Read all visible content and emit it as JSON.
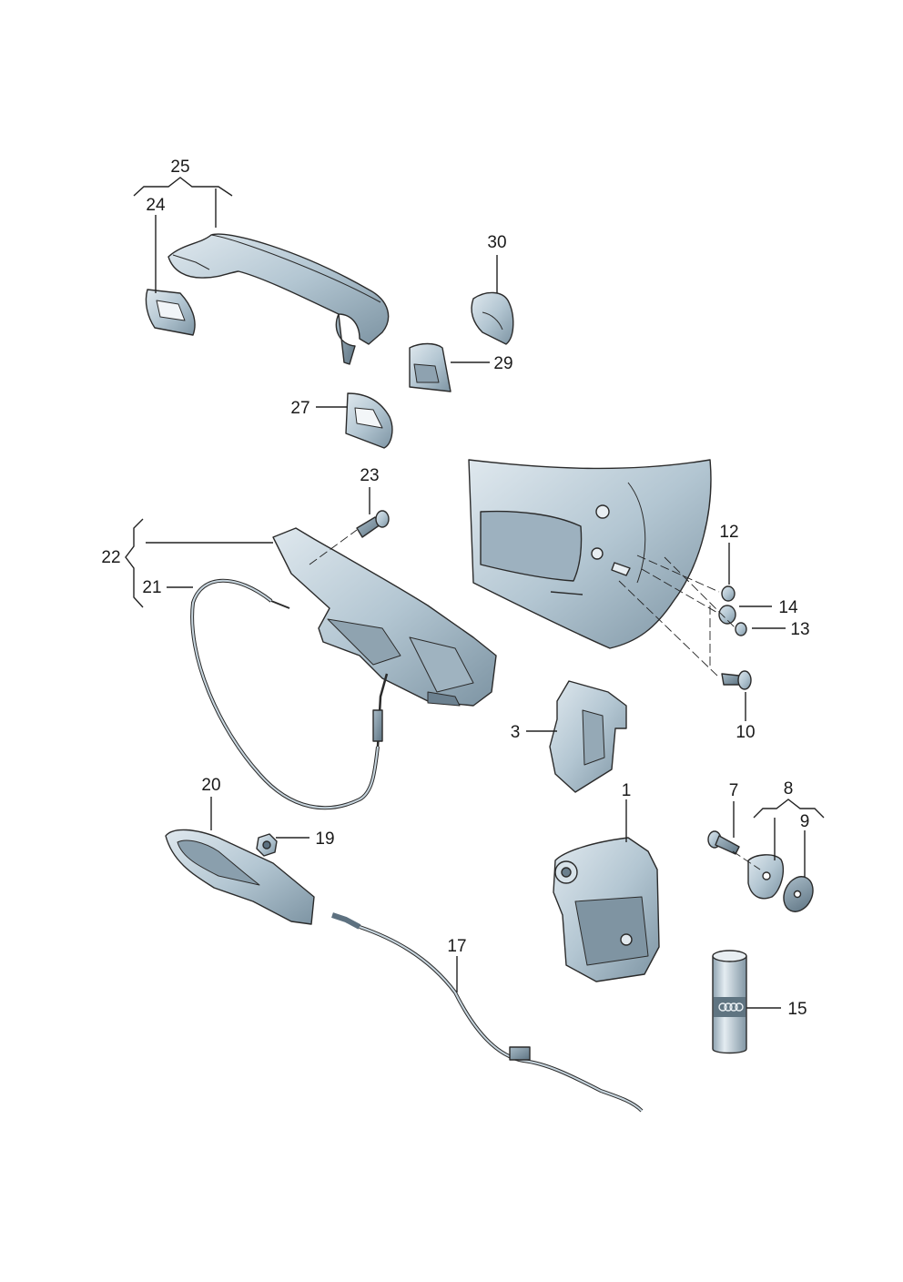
{
  "colors": {
    "part_fill": "#b9cbd6",
    "part_fill_light": "#d7e2e9",
    "part_fill_dark": "#7f95a3",
    "outline": "#2b2b2b",
    "leader": "#222222",
    "background": "#ffffff"
  },
  "callouts": [
    {
      "number": "25",
      "part": "door-handle-assembly"
    },
    {
      "number": "24",
      "part": "handle-gasket"
    },
    {
      "number": "30",
      "part": "handle-cap"
    },
    {
      "number": "29",
      "part": "lock-cylinder-cover"
    },
    {
      "number": "27",
      "part": "trim-gasket"
    },
    {
      "number": "23",
      "part": "bolt"
    },
    {
      "number": "22",
      "part": "handle-carrier-assembly"
    },
    {
      "number": "21",
      "part": "bowden-cable"
    },
    {
      "number": "12",
      "part": "plug"
    },
    {
      "number": "14",
      "part": "grommet"
    },
    {
      "number": "13",
      "part": "plug-small"
    },
    {
      "number": "10",
      "part": "striker-bolt"
    },
    {
      "number": "3",
      "part": "lock-cover"
    },
    {
      "number": "1",
      "part": "door-lock"
    },
    {
      "number": "7",
      "part": "screw"
    },
    {
      "number": "8",
      "part": "striker-plate-assembly"
    },
    {
      "number": "9",
      "part": "gasket-plate"
    },
    {
      "number": "20",
      "part": "inner-handle"
    },
    {
      "number": "19",
      "part": "nut"
    },
    {
      "number": "17",
      "part": "inner-cable"
    },
    {
      "number": "15",
      "part": "lubricant-can"
    }
  ]
}
